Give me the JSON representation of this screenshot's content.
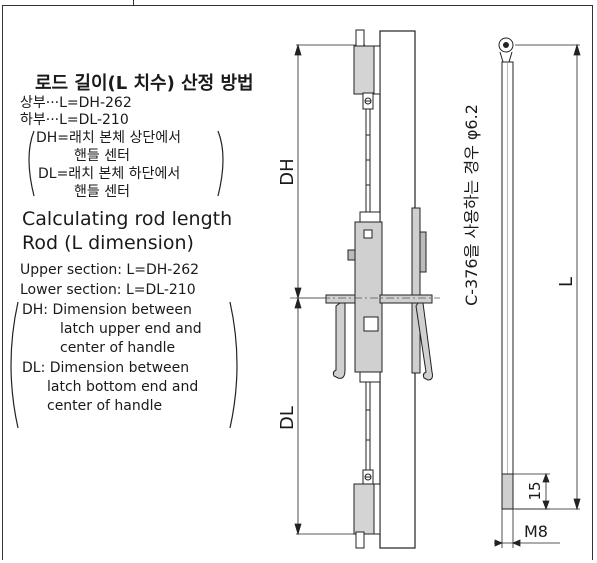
{
  "korean": {
    "title": "로드 길이(L 치수) 산정 방법",
    "upper": "상부···L=DH-262",
    "lower": "하부···L=DL-210",
    "dh_def_1": "DH=래치 본체 상단에서",
    "dh_def_2": "핸들 센터",
    "dl_def_1": "DL=래치 본체 하단에서",
    "dl_def_2": "핸들 센터"
  },
  "english": {
    "title_1": "Calculating rod length",
    "title_2": "Rod (L dimension)",
    "upper": "Upper section: L=DH-262",
    "lower": "Lower section: L=DL-210",
    "dh_def_1": "DH: Dimension between",
    "dh_def_2": "latch upper end and",
    "dh_def_3": "center of handle",
    "dl_def_1": "DL: Dimension between",
    "dl_def_2": "latch bottom end and",
    "dl_def_3": "center of handle"
  },
  "dimensions": {
    "dh": "DH",
    "dl": "DL",
    "l": "L",
    "rod_note": "C-376을 사용하는 경우 φ6.2",
    "end_length": "15",
    "thread": "M8"
  }
}
